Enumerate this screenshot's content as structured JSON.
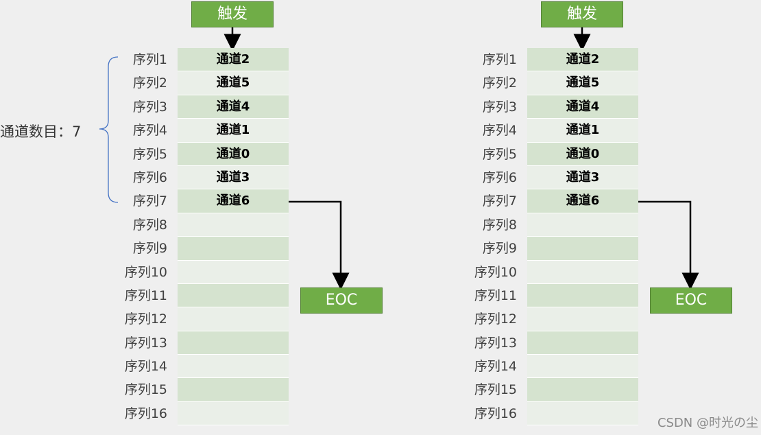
{
  "left_panel": {
    "trigger_label": "触发",
    "eoc_label": "EOC",
    "channel_count_text": "通道数目：7",
    "sequences": [
      "序列1",
      "序列2",
      "序列3",
      "序列4",
      "序列5",
      "序列6",
      "序列7",
      "序列8",
      "序列9",
      "序列10",
      "序列11",
      "序列12",
      "序列13",
      "序列14",
      "序列15",
      "序列16"
    ],
    "channels": [
      "通道2",
      "通道5",
      "通道4",
      "通道1",
      "通道0",
      "通道3",
      "通道6",
      "",
      "",
      "",
      "",
      "",
      "",
      "",
      "",
      ""
    ]
  },
  "right_panel": {
    "trigger_label": "触发",
    "eoc_label": "EOC",
    "sequences": [
      "序列1",
      "序列2",
      "序列3",
      "序列4",
      "序列5",
      "序列6",
      "序列7",
      "序列8",
      "序列9",
      "序列10",
      "序列11",
      "序列12",
      "序列13",
      "序列14",
      "序列15",
      "序列16"
    ],
    "channels": [
      "通道2",
      "通道5",
      "通道4",
      "通道1",
      "通道0",
      "通道3",
      "通道6",
      "",
      "",
      "",
      "",
      "",
      "",
      "",
      "",
      ""
    ]
  },
  "watermark": "CSDN @时光の尘",
  "colors": {
    "box_green": "#70ad47",
    "row_dark": "#d5e3cf",
    "row_light": "#eaefe8",
    "bracket_blue": "#4472c4"
  }
}
